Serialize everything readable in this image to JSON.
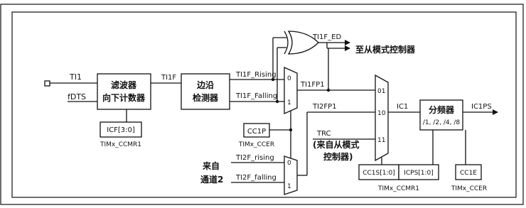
{
  "blocks": {
    "filter": [
      "滤波器",
      "向下计数器"
    ],
    "edge_detector": [
      "边沿",
      "检测器"
    ],
    "prescaler": [
      "分频器",
      "/1, /2, /4, /8"
    ]
  },
  "registers": {
    "icf": "ICF[3:0]",
    "icf_reg": "TIMx_CCMR1",
    "cc1p": "CC1P",
    "cc1p_reg": "TIMx_CCER",
    "cc1s": "CC1S[1:0]",
    "icps": "ICPS[1:0]",
    "ccmr1_reg": "TIMx_CCMR1",
    "cc1e": "CC1E",
    "cc1e_reg": "TIMx_CCER"
  },
  "signals": {
    "ti1": "TI1",
    "fdts": "fDTS",
    "ti1f": "TI1F",
    "ti1f_rising": "TI1F_Rising",
    "ti1f_falling": "TI1F_Falling",
    "ti1f_ed": "TI1F_ED",
    "ti1fp1": "TI1FP1",
    "ti2fp1": "TI2FP1",
    "trc": "TRC",
    "ic1": "IC1",
    "ic1ps": "IC1PS",
    "ti2f_rising": "TI2F_rising",
    "ti2f_falling": "TI2F_falling"
  },
  "labels": {
    "to_slave_controller": "至从模式控制器",
    "from_slave_controller": [
      "(来自从模式",
      "控制器)"
    ],
    "from_channel2": [
      "来自",
      "通道2"
    ]
  },
  "mux_inputs": {
    "mux1": [
      "0",
      "1"
    ],
    "mux2": [
      "0",
      "1"
    ],
    "mux3": [
      "01",
      "10",
      "11"
    ]
  }
}
